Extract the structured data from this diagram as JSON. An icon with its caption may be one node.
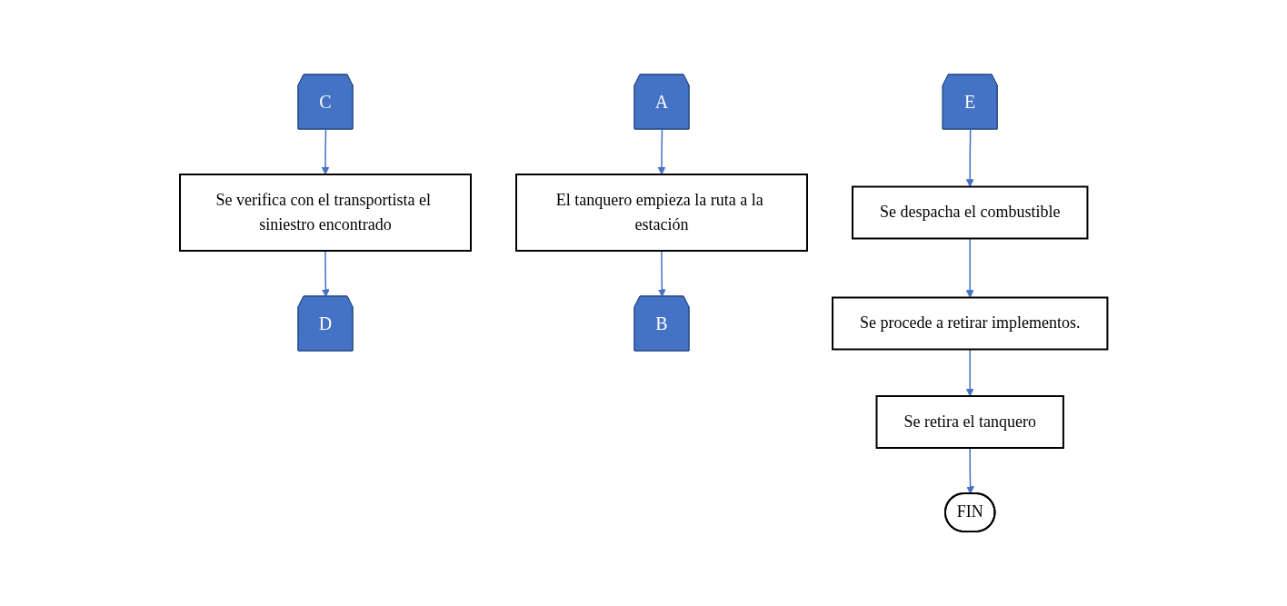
{
  "diagram": {
    "nodes": [
      {
        "text": [
          "D"
        ]
      },
      {
        "text": [
          "A"
        ]
      },
      {
        "text": [
          "B"
        ]
      },
      {
        "text": [
          "C"
        ]
      },
      {
        "text": [
          "E"
        ]
      },
      {
        "text": [
          "El tanquero empieza la ruta a la estación"
        ]
      },
      {
        "text": [
          "Se despacha el combustible"
        ]
      },
      {
        "text": [
          "Se procede a retirar implementos."
        ]
      },
      {
        "text": [
          "Se verifica con el transportista el siniestro encontrado"
        ]
      },
      {
        "text": [
          "Se retira el tanquero"
        ]
      },
      {
        "text": [
          "FIN"
        ]
      }
    ],
    "edges": [
      {
        "from": 1,
        "to": 5,
        "arrow": "to"
      },
      {
        "from": 5,
        "to": 2,
        "arrow": "to"
      },
      {
        "from": 3,
        "to": 8,
        "arrow": "to"
      },
      {
        "from": 8,
        "to": 0,
        "arrow": "to"
      },
      {
        "from": 4,
        "to": 6,
        "arrow": "to"
      },
      {
        "from": 6,
        "to": 7,
        "arrow": "to"
      },
      {
        "from": 7,
        "to": 9,
        "arrow": "to"
      },
      {
        "from": 9,
        "to": 10,
        "arrow": "to"
      }
    ]
  }
}
